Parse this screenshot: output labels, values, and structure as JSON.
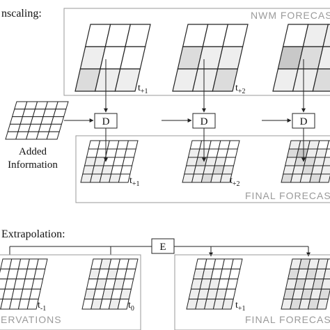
{
  "downscaling": {
    "section_label": "nscaling:",
    "nwm_label": "NWM FORECAS",
    "final_label": "FINAL FORECAS",
    "added_info": [
      "Added",
      "Information"
    ],
    "operator": "D",
    "times": [
      {
        "base": "t",
        "sub": "+1"
      },
      {
        "base": "t",
        "sub": "+2"
      }
    ]
  },
  "extrapolation": {
    "section_label": "Extrapolation:",
    "operator": "E",
    "obs_label": "ERVATIONS",
    "final_label": "FINAL FORECAS",
    "obs_times": [
      {
        "base": "t",
        "sub": "-1"
      },
      {
        "base": "t",
        "sub": "0"
      }
    ],
    "fc_times": [
      {
        "base": "t",
        "sub": "+1"
      }
    ]
  },
  "colors": {
    "line": "#222222",
    "panel_border": "#999999",
    "panel_label": "#9a9a9a",
    "shade_light": "#eeeeee",
    "shade_mid": "#dcdcdc",
    "shade_dark": "#c8c8c8"
  }
}
